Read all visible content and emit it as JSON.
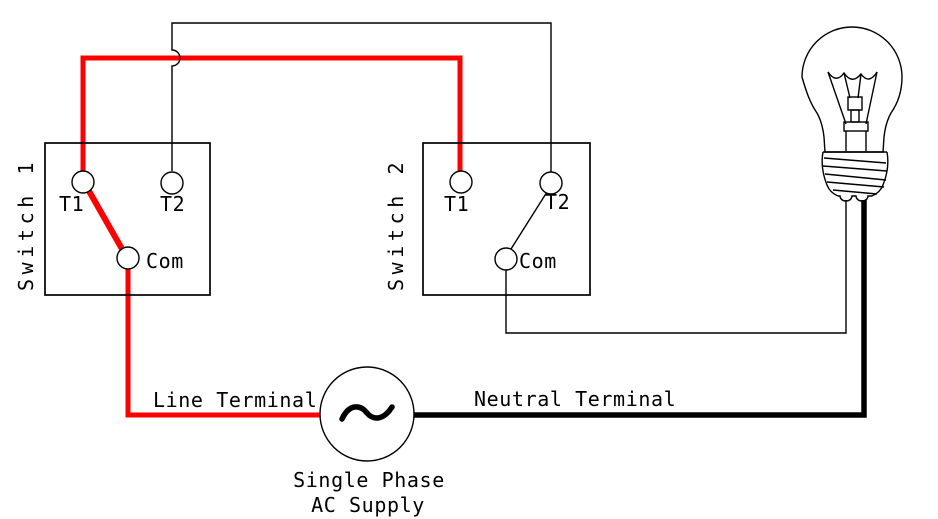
{
  "colors": {
    "wire_live": "#ff0000",
    "wire_neutral": "#000000",
    "outline": "#000000",
    "background": "#ffffff"
  },
  "switch1": {
    "label": "Switch 1",
    "t1": "T1",
    "t2": "T2",
    "com": "Com"
  },
  "switch2": {
    "label": "Switch 2",
    "t1": "T1",
    "t2": "T2",
    "com": "Com"
  },
  "supply": {
    "caption_line1": "Single Phase",
    "caption_line2": "AC Supply",
    "line_label": "Line Terminal",
    "neutral_label": "Neutral Terminal"
  }
}
